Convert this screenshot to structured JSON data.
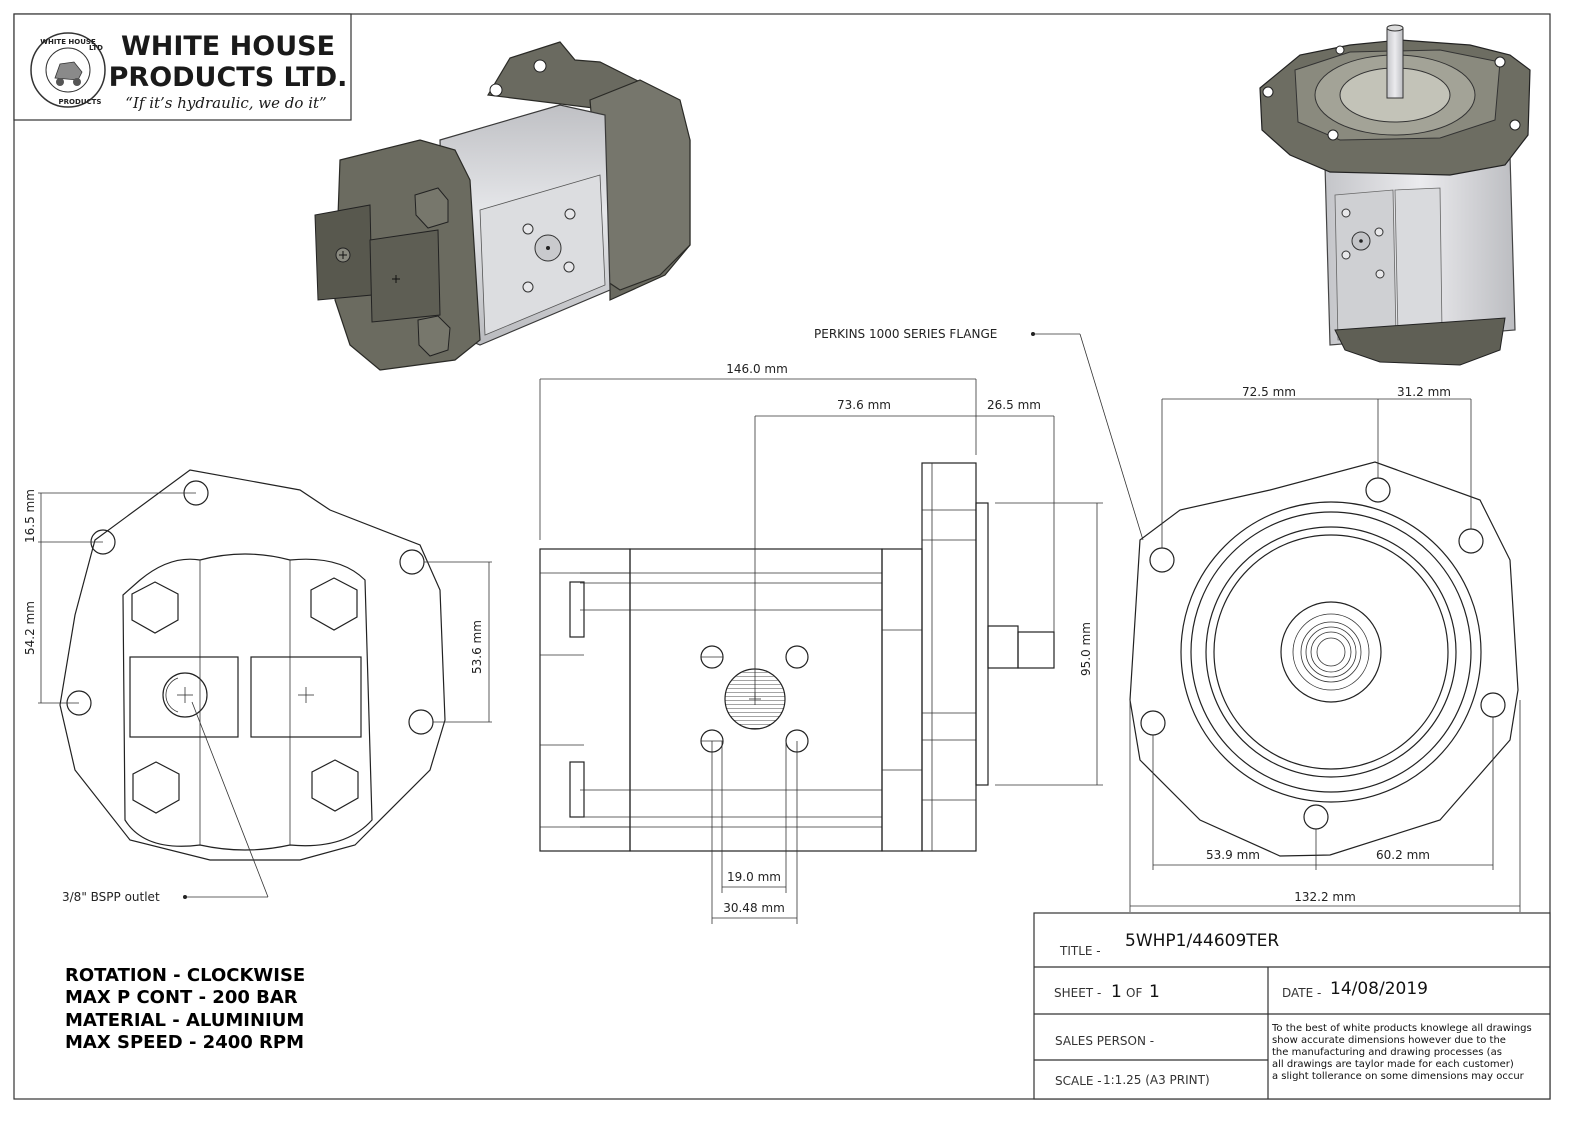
{
  "company": {
    "name_line1": "WHITE HOUSE",
    "name_line2": "PRODUCTS LTD.",
    "slogan": "“If it’s hydraulic, we do it”",
    "seal_top": "WHITE HOUSE",
    "seal_right": "LTD",
    "seal_bottom": "PRODUCTS"
  },
  "callouts": {
    "flange": "PERKINS 1000 SERIES FLANGE",
    "outlet": "3/8\" BSPP outlet"
  },
  "dimensions": {
    "front_a": "16.5 mm",
    "front_b": "54.2 mm",
    "front_c": "53.6 mm",
    "side_overall": "146.0 mm",
    "side_center": "73.6 mm",
    "side_flange": "26.5 mm",
    "side_height": "95.0 mm",
    "side_ports_small": "19.0 mm",
    "side_ports_large": "30.48 mm",
    "rear_top_left": "72.5 mm",
    "rear_top_right": "31.2 mm",
    "rear_bottom_left": "53.9 mm",
    "rear_bottom_right": "60.2 mm",
    "rear_overall": "132.2 mm"
  },
  "specs": [
    "ROTATION - CLOCKWISE",
    "MAX P CONT - 200 BAR",
    "MATERIAL - ALUMINIUM",
    "MAX SPEED - 2400 RPM"
  ],
  "title_block": {
    "title_label": "TITLE -",
    "title_value": "5WHP1/44609TER",
    "sheet_label": "SHEET -",
    "sheet_num": "1",
    "sheet_of": "OF",
    "sheet_total": "1",
    "date_label": "DATE -",
    "date_value": "14/08/2019",
    "sales_label": "SALES PERSON -",
    "scale_label": "SCALE -",
    "scale_value": "1:1.25 (A3 PRINT)",
    "disclaimer": [
      "To the best of white products knowlege all drawings",
      "show accurate dimensions however due to the",
      "the manufacturing and drawing processes (as",
      "all drawings are taylor made for each customer)",
      "a slight tollerance on some dimensions may occur"
    ]
  },
  "colors": {
    "ink": "#222222",
    "cast_dark": "#5c5c52",
    "cast_mid": "#7a7a70",
    "body_silver": "#d4d4d6"
  }
}
